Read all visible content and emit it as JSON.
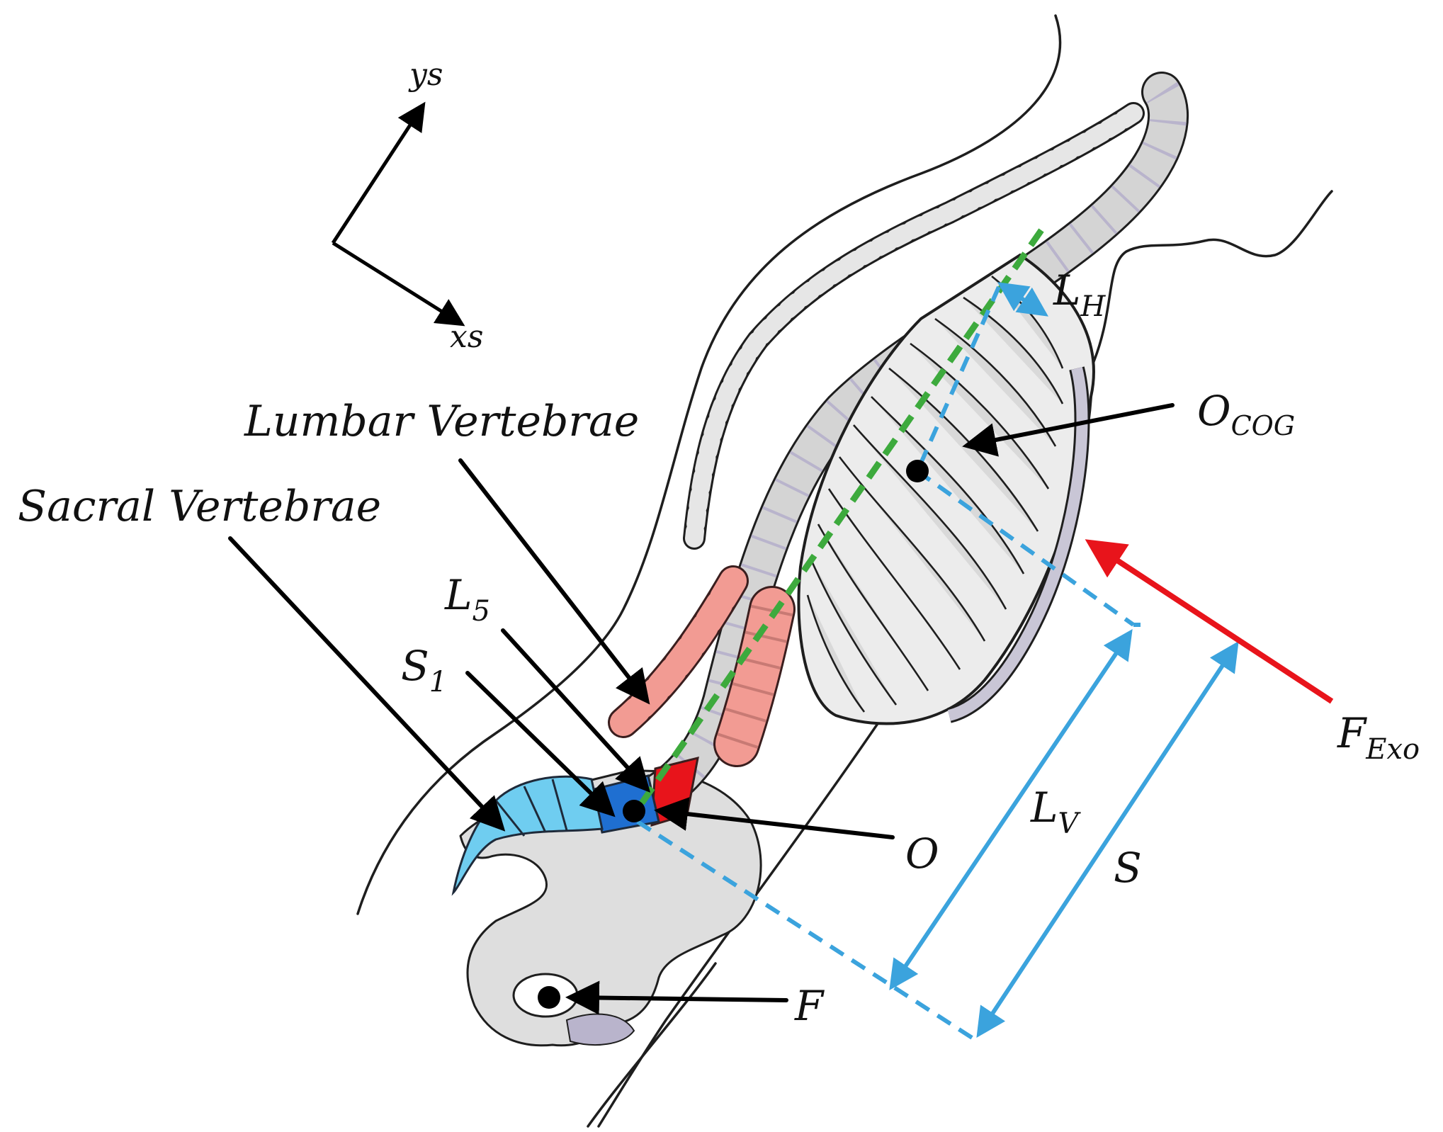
{
  "axes": {
    "y": "ys",
    "x": "xs"
  },
  "labels": {
    "lumbar": "Lumbar Vertebrae",
    "sacral": "Sacral Vertebrae",
    "l5_main": "L",
    "l5_sub": "5",
    "s1_main": "S",
    "s1_sub": "1",
    "o": "O",
    "f": "F",
    "ocog_main": "O",
    "ocog_sub": "COG",
    "lh_main": "L",
    "lh_sub": "H",
    "lv_main": "L",
    "lv_sub": "V",
    "s": "S",
    "fexo_main": "F",
    "fexo_sub": "Exo"
  },
  "colors": {
    "lumbar": "#f29b93",
    "l5": "#e8141b",
    "sacral": "#6fcdf0",
    "s1": "#1f6fd1",
    "spine_line": "#3daa3d",
    "dimension": "#3ba3dd",
    "force": "#e8141b"
  }
}
